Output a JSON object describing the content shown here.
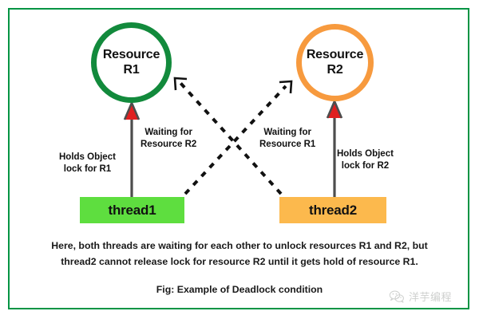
{
  "figure": {
    "border_color": "#009444",
    "title": "Fig: Example of Deadlock condition",
    "description_line1": "Here, both threads are waiting for each other to unlock resources R1 and R2, but",
    "description_line2": "thread2 cannot release lock for resource R2 until it gets hold of resource R1."
  },
  "nodes": {
    "resource_r1": {
      "label_line1": "Resource",
      "label_line2": "R1",
      "color": "#128a3c",
      "shape": "circle"
    },
    "resource_r2": {
      "label_line1": "Resource",
      "label_line2": "R2",
      "color": "#f79a3e",
      "shape": "circle"
    },
    "thread1": {
      "label": "thread1",
      "color": "#5ede3f",
      "shape": "rectangle"
    },
    "thread2": {
      "label": "thread2",
      "color": "#fcb94d",
      "shape": "rectangle"
    }
  },
  "edges": {
    "holds_r1": {
      "line1": "Holds Object",
      "line2": "lock for R1",
      "style": "solid",
      "arrow_color": "#e02020",
      "shaft_color": "#4d4d4d",
      "from": "thread1",
      "to": "resource_r1"
    },
    "waiting_r2": {
      "line1": "Waiting for",
      "line2": "Resource R2",
      "style": "dashed",
      "arrow_color": "#111111",
      "from": "thread1",
      "to": "resource_r2"
    },
    "waiting_r1": {
      "line1": "Waiting for",
      "line2": "Resource R1",
      "style": "dashed",
      "arrow_color": "#111111",
      "from": "thread2",
      "to": "resource_r1"
    },
    "holds_r2": {
      "line1": "Holds Object",
      "line2": "lock for R2",
      "style": "solid",
      "arrow_color": "#e02020",
      "shaft_color": "#4d4d4d",
      "from": "thread2",
      "to": "resource_r2"
    }
  },
  "watermark": {
    "text": "洋芋编程",
    "icon": "wechat-logo-icon",
    "color": "#8a8f8a"
  }
}
